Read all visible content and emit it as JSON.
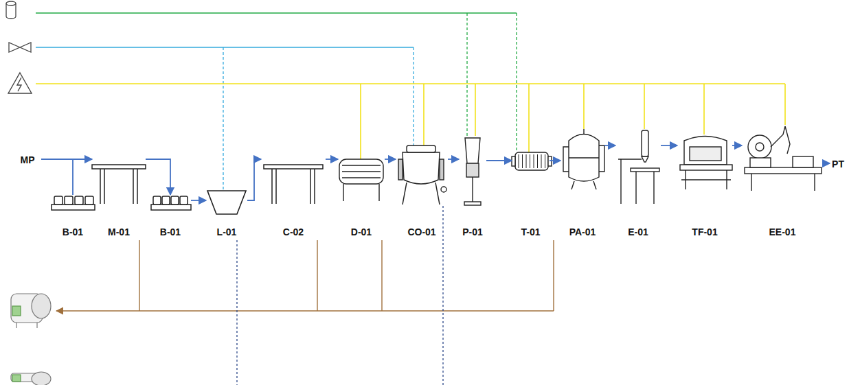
{
  "diagram": {
    "nodes": [
      {
        "text": [
          "MP"
        ]
      },
      {
        "text": [
          "B-01"
        ]
      },
      {
        "text": [
          "M-01"
        ]
      },
      {
        "text": [
          "B-01"
        ]
      },
      {
        "text": [
          "L-01"
        ]
      },
      {
        "text": [
          "C-02"
        ]
      },
      {
        "text": [
          "D-01"
        ]
      },
      {
        "text": [
          "CO-01"
        ]
      },
      {
        "text": [
          "P-01"
        ]
      },
      {
        "text": [
          "T-01"
        ]
      },
      {
        "text": [
          "PA-01"
        ]
      },
      {
        "text": [
          "E-01"
        ]
      },
      {
        "text": [
          "TF-01"
        ]
      },
      {
        "text": [
          "EE-01"
        ]
      },
      {
        "text": [
          "PT"
        ]
      }
    ],
    "edges": [
      {
        "from": 0,
        "to": 2,
        "arrow": "to"
      },
      {
        "from": 0,
        "to": 1,
        "arrow": "none"
      },
      {
        "from": 2,
        "to": 3,
        "arrow": "to"
      },
      {
        "from": 3,
        "to": 4,
        "arrow": "to"
      },
      {
        "from": 4,
        "to": 5,
        "arrow": "to"
      },
      {
        "from": 5,
        "to": 6,
        "arrow": "to"
      },
      {
        "from": 6,
        "to": 7,
        "arrow": "to"
      },
      {
        "from": 7,
        "to": 8,
        "arrow": "to"
      },
      {
        "from": 8,
        "to": 9,
        "arrow": "to"
      },
      {
        "from": 9,
        "to": 10,
        "arrow": "to"
      },
      {
        "from": 10,
        "to": 11,
        "arrow": "to"
      },
      {
        "from": 11,
        "to": 12,
        "arrow": "to"
      },
      {
        "from": 12,
        "to": 13,
        "arrow": "to"
      },
      {
        "from": 13,
        "to": 14,
        "arrow": "to"
      }
    ]
  }
}
